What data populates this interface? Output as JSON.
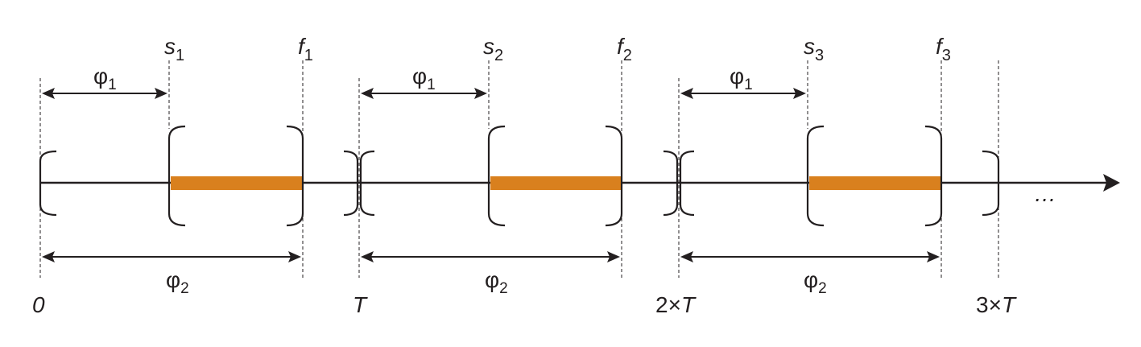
{
  "colors": {
    "ink": "#231f20",
    "highlight": "#d9801e"
  },
  "markers": {
    "s": [
      "s",
      "s",
      "s"
    ],
    "f": [
      "f",
      "f",
      "f"
    ],
    "subscripts": [
      "1",
      "2",
      "3"
    ]
  },
  "phi": {
    "symbol": "φ",
    "phi1_sub": "1",
    "phi2_sub": "2"
  },
  "time_labels": [
    "0",
    "T",
    "2×T",
    "3×T"
  ],
  "time_prefix": [
    "",
    "",
    "2×",
    "3×"
  ],
  "time_var": [
    "0",
    "T",
    "T",
    "T"
  ],
  "ellipsis": "…"
}
